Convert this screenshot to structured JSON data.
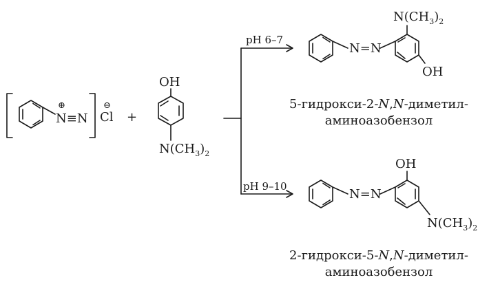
{
  "reagent_diazonium": {
    "charge": "⊕",
    "nitrogen_group": "N≡N",
    "counterion": "Cl",
    "counter_charge": "⊖"
  },
  "plus_sign": "+",
  "reagent_phenol": {
    "hydroxyl": "OH",
    "amino_group": "N(CH",
    "subscript_methyl": "3",
    "close_paren": ")",
    "subscript_count": "2"
  },
  "conditions": {
    "upper": "pH 6–7",
    "lower": "pH 9–10"
  },
  "product_upper": {
    "azo": "N=N",
    "amino_group": "N(CH",
    "subscript_methyl": "3",
    "close_paren": ")",
    "subscript_count": "2",
    "hydroxyl": "OH",
    "name_line1_a": "5-гидрокси-2-",
    "name_line1_b": "N",
    "name_line1_c": ",",
    "name_line1_d": "N",
    "name_line1_e": "-диметил-",
    "name_line2": "аминоазобензол"
  },
  "product_lower": {
    "azo": "N=N",
    "hydroxyl": "OH",
    "amino_group": "N(CH",
    "subscript_methyl": "3",
    "close_paren": ")",
    "subscript_count": "2",
    "name_line1_a": "2-гидрокси-5-",
    "name_line1_b": "N",
    "name_line1_c": ",",
    "name_line1_d": "N",
    "name_line1_e": "-диметил-",
    "name_line2": "аминоазобензол"
  }
}
